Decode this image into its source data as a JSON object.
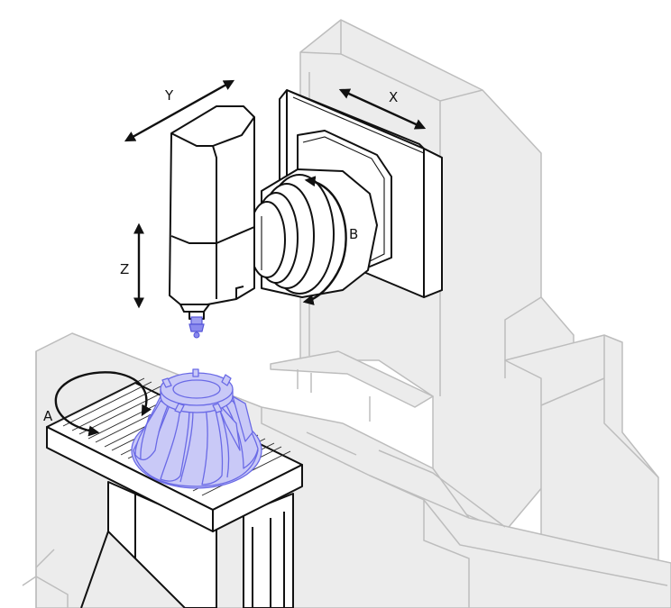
{
  "axes": {
    "x_label": "X",
    "y_label": "Y",
    "z_label": "Z",
    "a_label": "A",
    "b_label": "B"
  },
  "colors": {
    "machine_frame_fill": "#ececec",
    "machine_frame_stroke": "#bdbdbd",
    "component_stroke": "#111111",
    "workpiece_fill": "#c9c9f7",
    "workpiece_stroke": "#6a6ae6",
    "background": "#ffffff"
  }
}
